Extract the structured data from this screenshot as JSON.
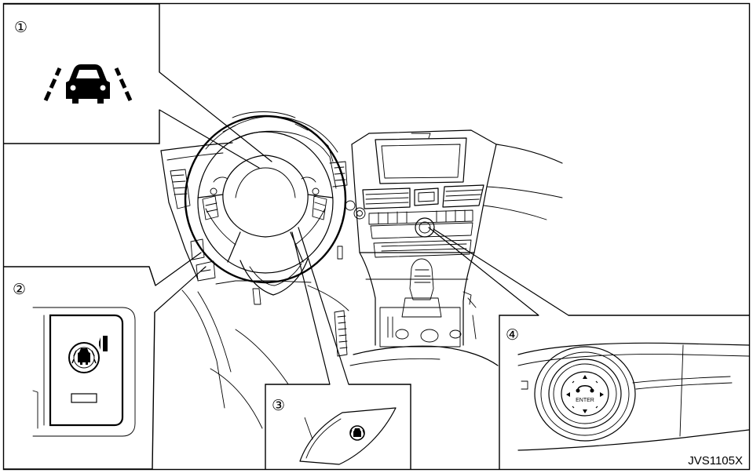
{
  "callouts": {
    "one": "①",
    "two": "②",
    "three": "③",
    "four": "④"
  },
  "inset4": {
    "enter_label": "ENTER"
  },
  "figure_code": "JVS1105X",
  "icons": {
    "inset1": "lane-departure-warning-icon",
    "inset2": "lane-departure-prevention-switch-icon",
    "inset3": "steering-wheel-lane-switch-icon",
    "inset4": "infiniti-controller-knob-icon"
  }
}
